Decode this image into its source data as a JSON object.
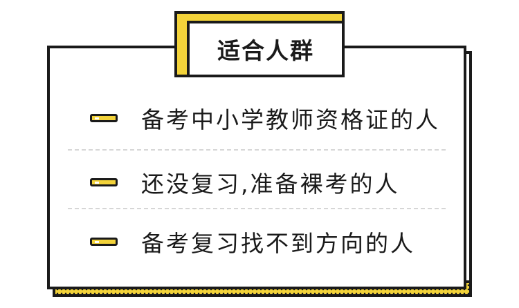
{
  "tag": {
    "title": "适合人群"
  },
  "items": [
    {
      "text": "备考中小学教师资格证的人"
    },
    {
      "text": "还没复习,准备裸考的人"
    },
    {
      "text": "备考复习找不到方向的人"
    }
  ],
  "colors": {
    "accent": "#f3d33a",
    "ink": "#1a1a1a",
    "divider": "#d6d6d6"
  },
  "icons": [
    "yellow-bar-bullet-icon"
  ]
}
